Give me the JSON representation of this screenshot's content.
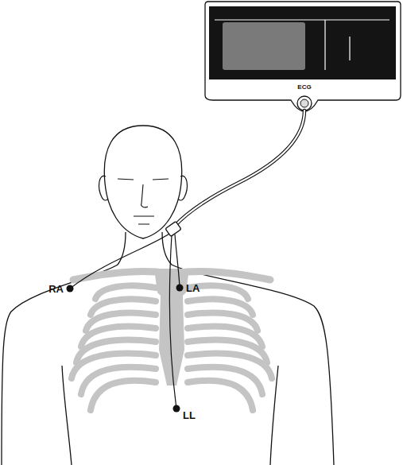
{
  "diagram": {
    "labels": [
      "ECG",
      "RA",
      "LA",
      "LL"
    ]
  }
}
